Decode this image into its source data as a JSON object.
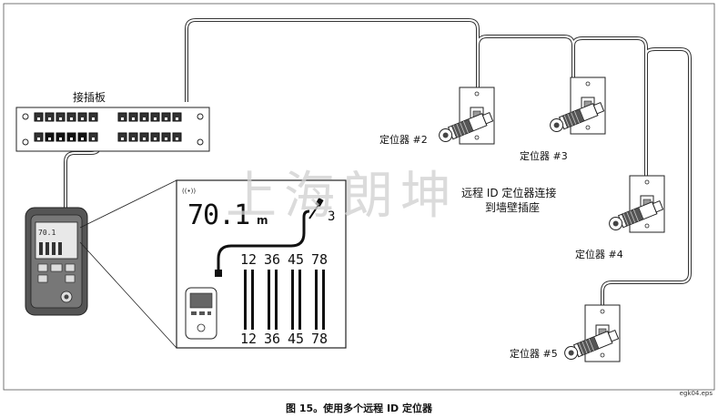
{
  "patch_panel_label": "接插板",
  "locators": [
    {
      "id": "loc2",
      "label": "定位器 #2"
    },
    {
      "id": "loc3",
      "label": "定位器 #3"
    },
    {
      "id": "loc4",
      "label": "定位器 #4"
    },
    {
      "id": "loc5",
      "label": "定位器 #5"
    }
  ],
  "wall_note_line1": "远程 ID 定位器连接",
  "wall_note_line2": "到墙壁插座",
  "lcd": {
    "length_value": "70.1",
    "length_unit": "m",
    "locator_number": "3",
    "pairs_top": [
      "12",
      "36",
      "45",
      "78"
    ],
    "pairs_bottom": [
      "12",
      "36",
      "45",
      "78"
    ]
  },
  "tester_screen_text": "70.1",
  "watermark": "上海朗坤",
  "caption": "图 15。使用多个远程 ID 定位器",
  "filename": "egk04.eps"
}
